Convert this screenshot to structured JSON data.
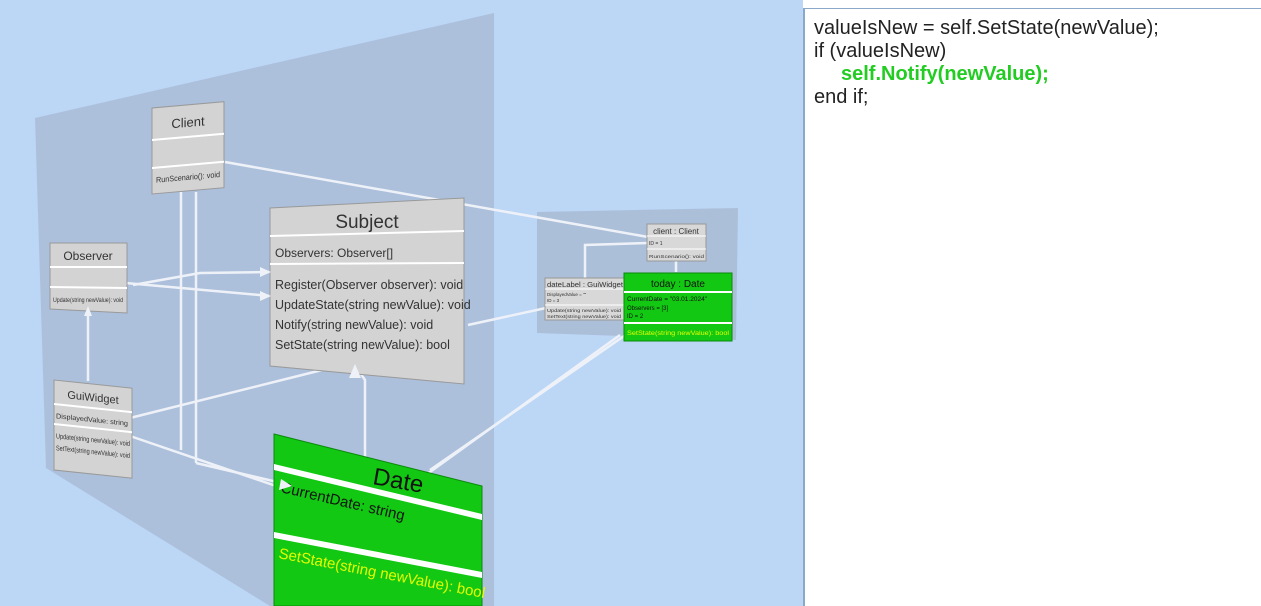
{
  "diagram": {
    "main_plane": {
      "client": {
        "title": "Client",
        "method": "RunScenario(): void"
      },
      "subject": {
        "title": "Subject",
        "field": "Observers: Observer[]",
        "methods": [
          "Register(Observer observer): void",
          "UpdateState(string newValue): void",
          "Notify(string newValue): void",
          "SetState(string newValue): bool"
        ]
      },
      "observer": {
        "title": "Observer",
        "method": "Update(string newValue): void"
      },
      "guiwidget": {
        "title": "GuiWidget",
        "field": "DisplayedValue: string",
        "methods": [
          "Update(string newValue): void",
          "SetText(string newValue): void"
        ]
      },
      "date": {
        "title": "Date",
        "field": "CurrentDate: string",
        "method": "SetState(string newValue): bool"
      }
    },
    "object_plane": {
      "client_obj": {
        "title": "client : Client",
        "field": "ID = 1",
        "method": "RunScenario(): void"
      },
      "datelabel_obj": {
        "title": "dateLabel : GuiWidget",
        "fields": [
          "DisplayedValue = \"\"",
          "ID = 3"
        ],
        "methods": [
          "Update(string newValue): void",
          "SetText(string newValue): void"
        ]
      },
      "today_obj": {
        "title": "today : Date",
        "fields": [
          "CurrentDate = \"03.01.2024\"",
          "Observers = [3]",
          "ID = 2"
        ],
        "method": "SetState(string newValue): bool"
      }
    },
    "colors": {
      "background": "#bcd6f6",
      "plane": "#a9bcd6",
      "box": "#d3d3d3",
      "active": "#12c812",
      "active_text": "#e6ff00"
    }
  },
  "code": {
    "lines": [
      "valueIsNew = self.SetState(newValue);",
      "if (valueIsNew)",
      "self.Notify(newValue);",
      "end if;"
    ],
    "highlight_color": "#22cc22"
  }
}
